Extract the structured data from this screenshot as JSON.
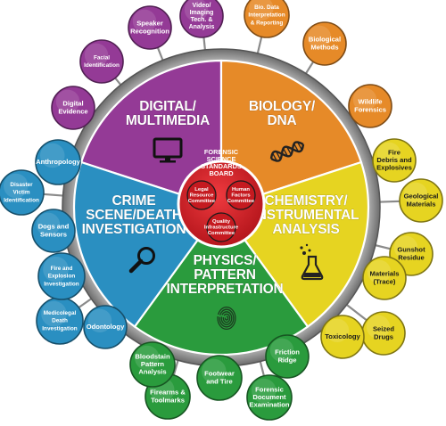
{
  "center": {
    "title_lines": [
      "FORENSIC",
      "SCIENCE",
      "STANDARDS",
      "BOARD"
    ],
    "committees": [
      {
        "id": "legal",
        "lines": [
          "Legal",
          "Resource",
          "Committee"
        ]
      },
      {
        "id": "human",
        "lines": [
          "Human",
          "Factors",
          "Committee"
        ]
      },
      {
        "id": "quality",
        "lines": [
          "Quality",
          "Infrastructure",
          "Committee"
        ]
      }
    ],
    "color": "#d62027"
  },
  "sectors": [
    {
      "id": "digital",
      "lines": [
        "DIGITAL/",
        "MULTIMEDIA"
      ],
      "color": "#943a96",
      "icon": "monitor-icon"
    },
    {
      "id": "biology",
      "lines": [
        "BIOLOGY/",
        "DNA"
      ],
      "color": "#e68a28",
      "icon": "dna-icon"
    },
    {
      "id": "chemistry",
      "lines": [
        "CHEMISTRY/",
        "INSTRUMENTAL",
        "ANALYSIS"
      ],
      "color": "#e6d421",
      "icon": "flask-icon"
    },
    {
      "id": "physics",
      "lines": [
        "PHYSICS/",
        "PATTERN",
        "INTERPRETATION"
      ],
      "color": "#2a9b3d",
      "icon": "fingerprint-icon"
    },
    {
      "id": "crime",
      "lines": [
        "CRIME",
        "SCENE/DEATH",
        "INVESTIGATION"
      ],
      "color": "#2a8fc1",
      "icon": "magnifier-icon"
    }
  ],
  "subcommittees": [
    {
      "sector": "digital",
      "lines": [
        "Digital",
        "Evidence"
      ]
    },
    {
      "sector": "digital",
      "lines": [
        "Facial",
        "Identification"
      ]
    },
    {
      "sector": "digital",
      "lines": [
        "Speaker",
        "Recognition"
      ]
    },
    {
      "sector": "digital",
      "lines": [
        "Video/",
        "Imaging",
        "Tech. &",
        "Analysis"
      ]
    },
    {
      "sector": "biology",
      "lines": [
        "Bio. Data",
        "Interpretation",
        "& Reporting"
      ]
    },
    {
      "sector": "biology",
      "lines": [
        "Biological",
        "Methods"
      ]
    },
    {
      "sector": "biology",
      "lines": [
        "Wildlife",
        "Forensics"
      ]
    },
    {
      "sector": "chemistry",
      "lines": [
        "Fire",
        "Debris and",
        "Explosives"
      ]
    },
    {
      "sector": "chemistry",
      "lines": [
        "Geological",
        "Materials"
      ]
    },
    {
      "sector": "chemistry",
      "lines": [
        "Gunshot",
        "Residue"
      ]
    },
    {
      "sector": "chemistry",
      "lines": [
        "Materials",
        "(Trace)"
      ]
    },
    {
      "sector": "chemistry",
      "lines": [
        "Seized",
        "Drugs"
      ]
    },
    {
      "sector": "chemistry",
      "lines": [
        "Toxicology"
      ]
    },
    {
      "sector": "physics",
      "lines": [
        "Friction",
        "Ridge"
      ]
    },
    {
      "sector": "physics",
      "lines": [
        "Forensic",
        "Document",
        "Examination"
      ]
    },
    {
      "sector": "physics",
      "lines": [
        "Footwear",
        "and Tire"
      ]
    },
    {
      "sector": "physics",
      "lines": [
        "Firearms &",
        "Toolmarks"
      ]
    },
    {
      "sector": "physics",
      "lines": [
        "Bloodstain",
        "Pattern",
        "Analysis"
      ]
    },
    {
      "sector": "crime",
      "lines": [
        "Odontology"
      ]
    },
    {
      "sector": "crime",
      "lines": [
        "Medicolegal",
        "Death",
        "Investigation"
      ]
    },
    {
      "sector": "crime",
      "lines": [
        "Fire and",
        "Explosion",
        "Investigation"
      ]
    },
    {
      "sector": "crime",
      "lines": [
        "Dogs and",
        "Sensors"
      ]
    },
    {
      "sector": "crime",
      "lines": [
        "Disaster",
        "Victim",
        "Identification"
      ]
    },
    {
      "sector": "crime",
      "lines": [
        "Anthropology"
      ]
    }
  ]
}
